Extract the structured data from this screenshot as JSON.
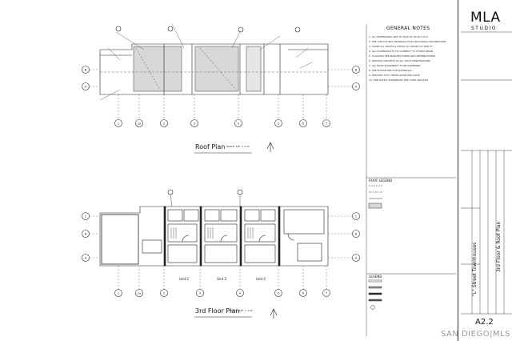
{
  "logo": {
    "line1": "MLA",
    "line2": "STUDIO"
  },
  "general_notes": {
    "title": "GENERAL NOTES",
    "items": [
      "1. ALL DIMENSIONS ARE TO FACE OF STUD U.N.O.",
      "2. SEE STRUCTURAL DRAWINGS FOR ADDITIONAL INFORMATION",
      "3. SLOPE ALL ROOFS & DECKS TO DRAIN 1/4\" PER FT.",
      "4. ALL DOWNSPOUTS TO CONNECT TO STORM DRAIN",
      "5. FLASHING PER MANUFACTURER RECOMMENDATIONS",
      "6. PROVIDE CRICKETS AT ALL ROOF PENETRATIONS",
      "7. ALL ROOF EQUIPMENT TO BE SCREENED",
      "8. SEE ELEVATIONS FOR MATERIALS",
      "9. PROVIDE ATTIC VENTILATION PER CODE",
      "10. FIRE RATED ASSEMBLIES PER CODE ANALYSIS"
    ]
  },
  "roof_plan": {
    "title": "Roof Plan",
    "scale": "SCALE: 1/8\" = 1'-0\""
  },
  "third_floor_plan": {
    "title": "3rd Floor Plan",
    "scale": "SCALE: 1/8\" = 1'-0\"",
    "units": [
      "Unit 2",
      "Unit 3",
      "Unit 4"
    ]
  },
  "roof_legend": {
    "title": "ROOF LEGEND"
  },
  "legend": {
    "title": "LEGEND"
  },
  "title_block": {
    "project": "\"L\" Street Townhouses",
    "sheet_title": "3rd Floor & Roof Plan",
    "sheet_number": "A2.2"
  },
  "watermark": "SAN DIEGO|MLS"
}
